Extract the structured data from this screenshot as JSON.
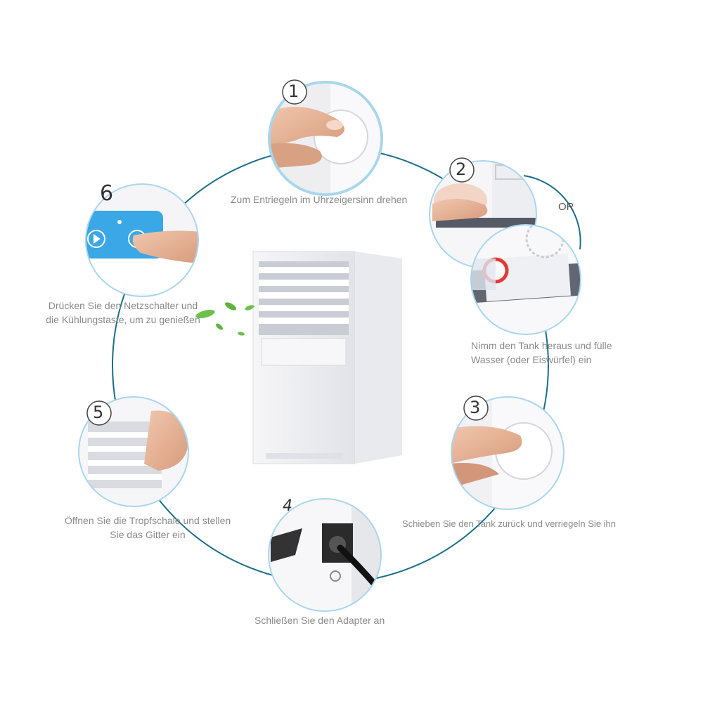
{
  "steps": [
    {
      "number": "1",
      "caption": "Zum Entriegeln im Uhrzeigersinn drehen"
    },
    {
      "number": "2",
      "caption_line1": "Nimm den Tank heraus und fülle",
      "caption_line2": "Wasser (oder Eiswürfel) ein"
    },
    {
      "number": "3",
      "caption": "Schieben Sie den Tank zurück und verriegeln Sie ihn"
    },
    {
      "number": "4",
      "caption": "Schließen Sie den Adapter an"
    },
    {
      "number": "5",
      "caption_line1": "Öffnen Sie die Tropfschale und stellen",
      "caption_line2": "Sie das Gitter ein"
    },
    {
      "number": "6",
      "caption_line1": "Drücken Sie den Netzschalter und",
      "caption_line2": "die Kühlungstaste, um zu genießen"
    }
  ],
  "or_label": "OR",
  "colors": {
    "ring": "#1b6e8a",
    "badge_border": "#444444",
    "caption": "#8a8a8a",
    "panel_blue": "#3aa7e6",
    "skin": "#e9b89c",
    "leaf": "#6cc14a",
    "seal": "#e53935"
  }
}
